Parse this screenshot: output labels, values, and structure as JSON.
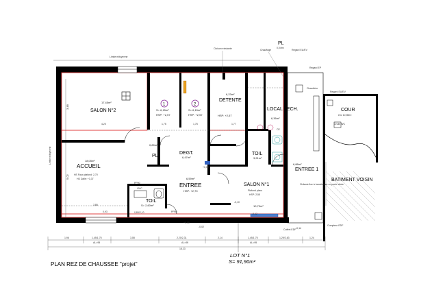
{
  "title": "PLAN REZ DE CHAUSSEE \"projet\"",
  "lot": {
    "name": "LOT N°1",
    "surface": "S= 91,90m²"
  },
  "rooms": {
    "salon2": {
      "name": "SALON N°2",
      "area": "17,45m²"
    },
    "accueil": {
      "name": "ACCUEIL",
      "area": "18,05m²",
      "note1": "HS Faux plafond: 2,70",
      "note2": "HS Dalle: +3,37"
    },
    "room1": {
      "area": "S= 6,15m²",
      "hsp": "HSP: +2,57",
      "marker": "1"
    },
    "room2": {
      "area": "S= 6,15m²",
      "hsp": "HSP: +2,57",
      "marker": "2"
    },
    "detente": {
      "name": "DETENTE",
      "area": "6,23m²",
      "hsp": "HSP: +2,57"
    },
    "local_tech": {
      "name": "LOCAL TECH.",
      "area": "6,36m²"
    },
    "pl_left": {
      "name": "PL",
      "area": "0,89m²"
    },
    "degt": {
      "name": "DEGT.",
      "area": "6,47m²"
    },
    "entree": {
      "name": "ENTREE",
      "area": "6,59m²",
      "hsp": "HSP: +2,70"
    },
    "toil_left": {
      "name": "TOIL",
      "area": "S= 2,60m²"
    },
    "toil_mid": {
      "name": "TOIL",
      "area": "3,21m²"
    },
    "salon1": {
      "name": "SALON N°1",
      "note": "Plafond placo",
      "hsp": "HSP: 2,55",
      "area": "10,70m²"
    },
    "entree1": {
      "name": "ENTREE 1",
      "area": "6,88m²"
    },
    "cour": {
      "name": "COUR",
      "area": "env 10,98m²"
    },
    "batiment": {
      "name": "BATIMENT VOISIN"
    },
    "pl_top": {
      "name": "PL",
      "area": "0,04m²"
    }
  },
  "annotations": {
    "limite_top": "Limite mitoyenne",
    "limite_left": "Limite mitoyenne",
    "regard_eu": "Regard EU/EV",
    "regard_ep": "Regard EP",
    "chaudiere": "Chaudière",
    "chauffage": "Chauffage",
    "chute_wc": "Chute WC",
    "cloison": "Cloison existante",
    "chassis": "Châssis fixe à transformer en porte vitrée",
    "coffret": "Coffret EDF",
    "compteur": "Compteur EDF",
    "cuisine_ce": "CE",
    "vmc": "VMC",
    "pp90": "PP90",
    "pp80": "PP80"
  },
  "dims": {
    "bottom_chain": [
      "1,96",
      "1,45/1,75",
      "3,08",
      "2,20/2,31",
      "2,14",
      "1,45/1,75",
      "1,29/2,63",
      "1,24"
    ],
    "bottom_sub": [
      "AL=95",
      "AL=95",
      "AL=95"
    ],
    "bottom_total": "15,23",
    "left_dims": [
      "3,48",
      "5,02"
    ],
    "mid_dims": [
      "4,20",
      "1,75",
      "1,75",
      "1,77",
      "3,85",
      "0,93",
      "0,80/2,10"
    ],
    "levels": [
      "+0,00",
      "-0,02",
      "-0,10",
      "-0,12",
      "-0,14",
      "+0,00"
    ]
  },
  "colors": {
    "wall": "#000000",
    "exist": "#e04040",
    "dim": "#555555",
    "marker": "#8a2a9a"
  }
}
